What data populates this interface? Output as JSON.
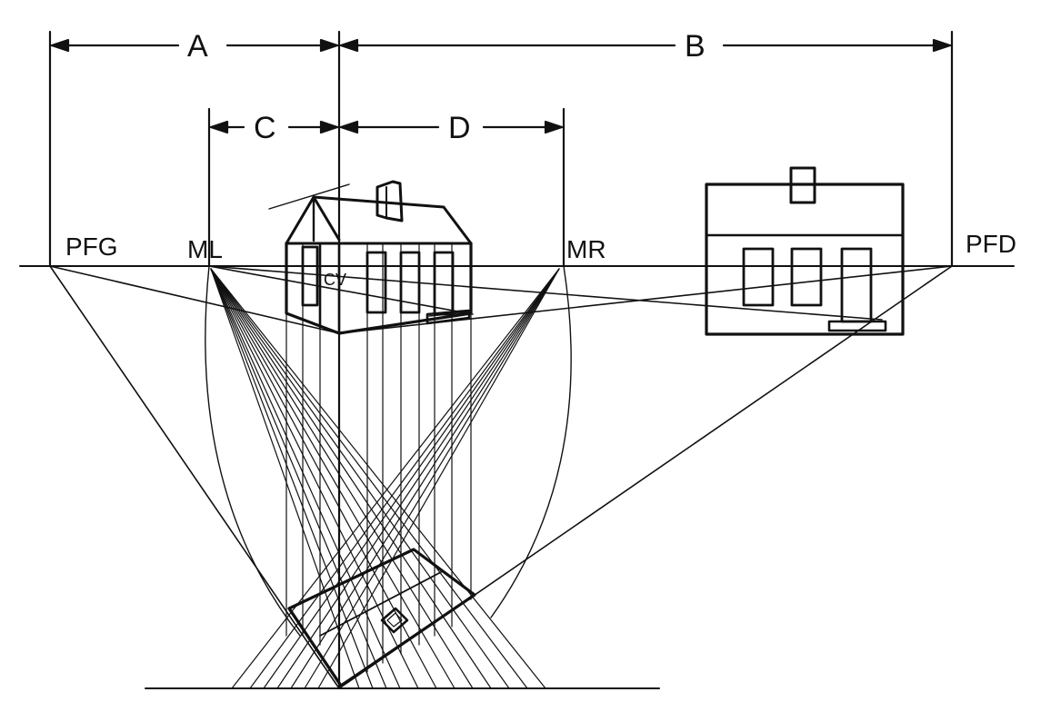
{
  "dimensions": {
    "a": "A",
    "b": "B",
    "c": "C",
    "d": "D"
  },
  "points": {
    "pfg": "PFG",
    "ml": "ML",
    "mr": "MR",
    "pfd": "PFD",
    "cv": "CV"
  }
}
